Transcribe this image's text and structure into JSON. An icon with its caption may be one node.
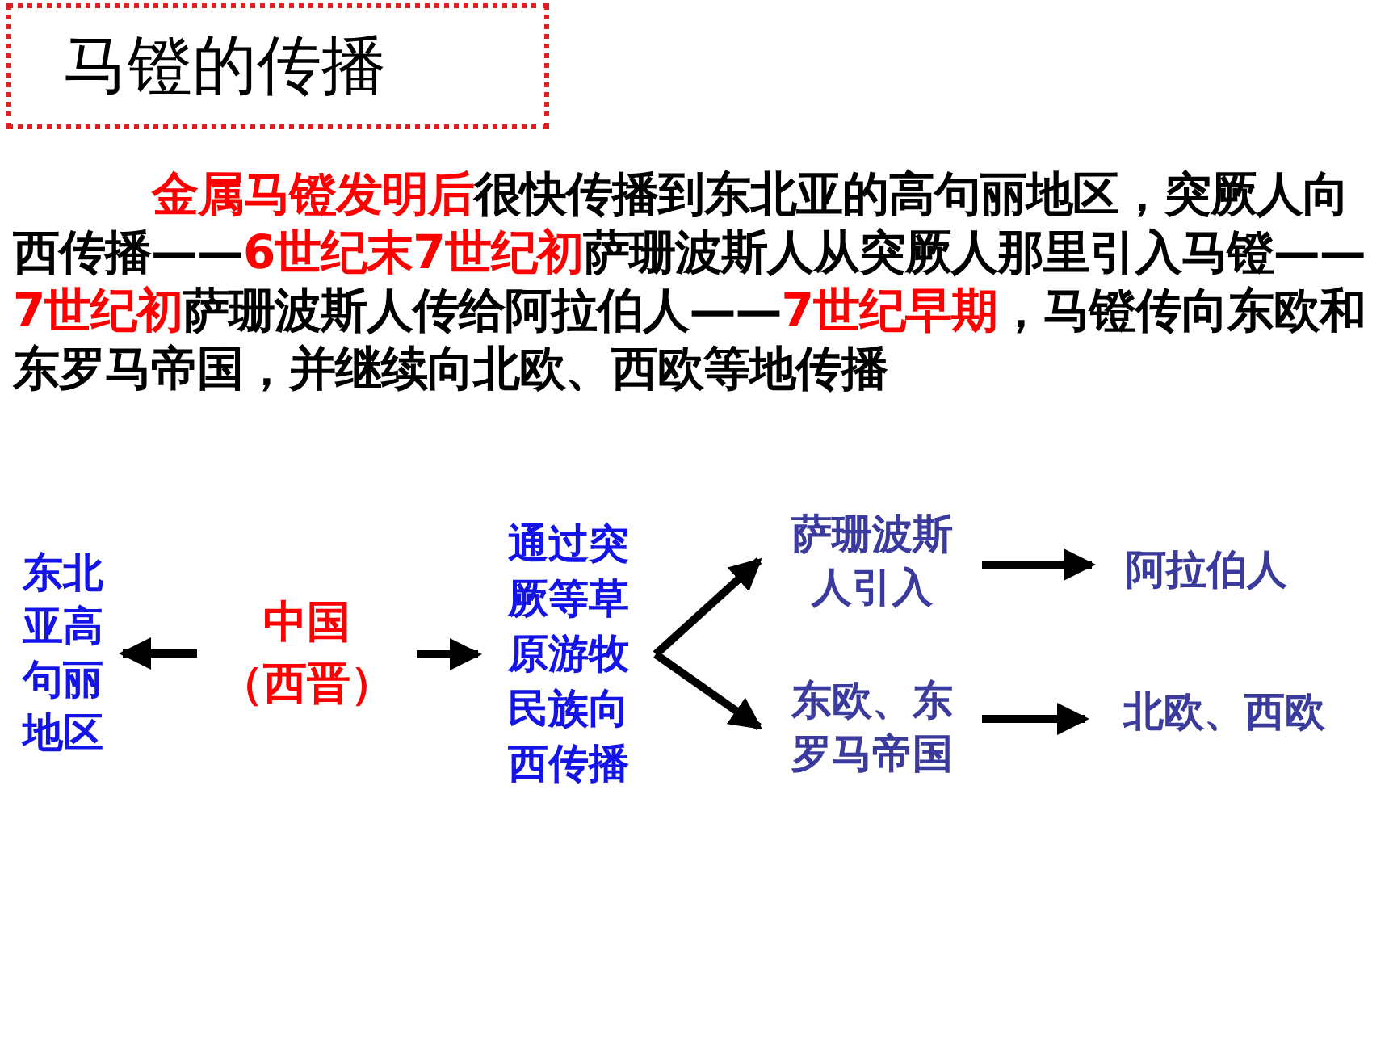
{
  "diagram": {
    "title": "马镫的传播",
    "nodes": [
      {
        "text": [
          "东北亚高句丽地区"
        ]
      },
      {
        "text": [
          "中国",
          "（西晋）"
        ]
      },
      {
        "text": [
          "通过突厥等草原游牧民族向西传播"
        ]
      },
      {
        "text": [
          "萨珊波斯人引入"
        ]
      },
      {
        "text": [
          "东欧、东罗马帝国"
        ]
      },
      {
        "text": [
          "阿拉伯人"
        ]
      },
      {
        "text": [
          "北欧、西欧"
        ]
      }
    ],
    "edges": [
      {
        "from": 1,
        "to": 0,
        "arrow": "to"
      },
      {
        "from": 1,
        "to": 2,
        "arrow": "to"
      },
      {
        "from": 2,
        "to": 3,
        "arrow": "to"
      },
      {
        "from": 2,
        "to": 4,
        "arrow": "to"
      },
      {
        "from": 3,
        "to": 5,
        "arrow": "to"
      },
      {
        "from": 4,
        "to": 6,
        "arrow": "to"
      }
    ],
    "labels": [
      "**金属马镫发明后**很快传播到东北亚的高句丽地区，突厥人向西传播——**6世纪末7世纪初**萨珊波斯人从突厥人那里引入马镫——**7世纪初**萨珊波斯人传给阿拉伯人——**7世纪早期**，马镫传向东欧和东罗马帝国，并继续向北欧、西欧等地传播"
    ]
  }
}
